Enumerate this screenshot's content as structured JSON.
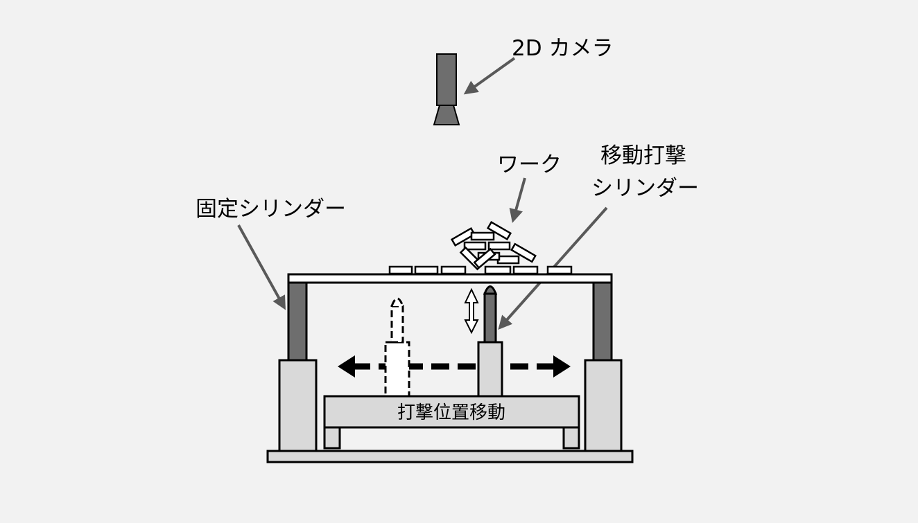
{
  "labels": {
    "camera": "2D カメラ",
    "work": "ワーク",
    "moving_cylinder_line1": "移動打撃",
    "moving_cylinder_line2": "シリンダー",
    "fixed_cylinder": "固定シリンダー",
    "strike_position": "打撃位置移動"
  },
  "colors": {
    "background": "#f2f2f2",
    "cylinder_dark": "#6e6e6e",
    "block_light": "#d9d9d9",
    "outline": "#000000",
    "arrow": "#595959"
  }
}
